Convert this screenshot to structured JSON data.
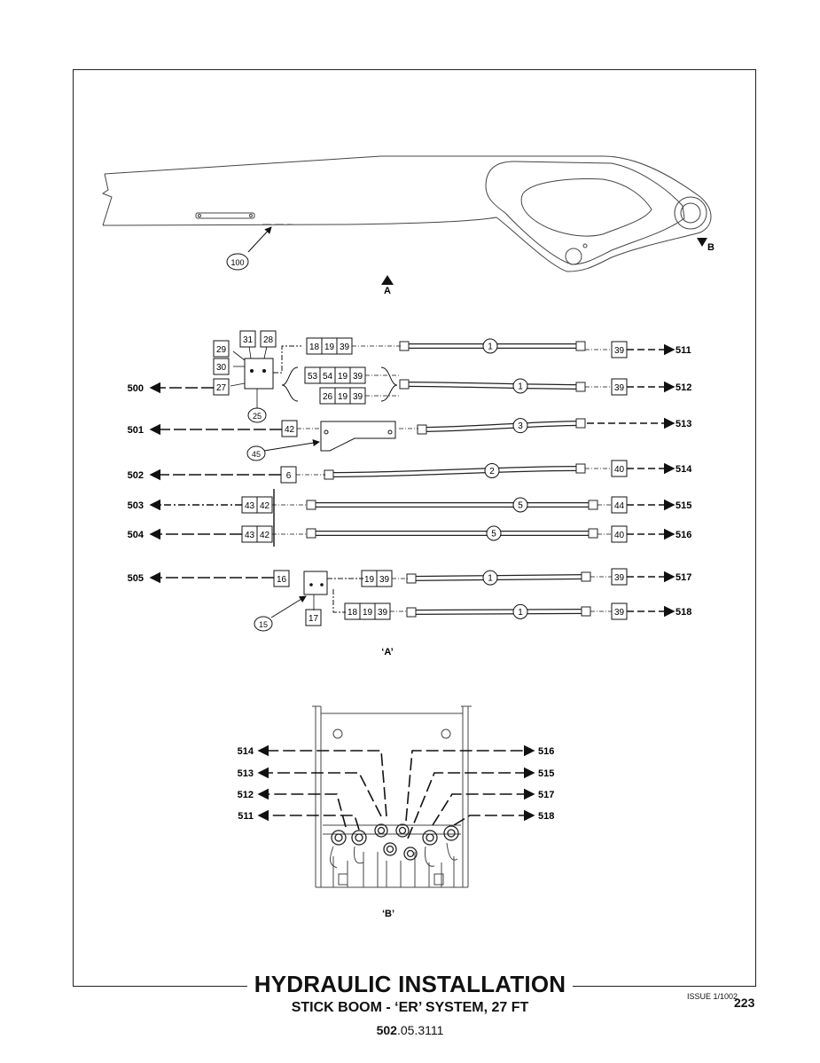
{
  "footer": {
    "title": "HYDRAULIC INSTALLATION",
    "subtitle": "STICK BOOM - ‘ER’ SYSTEM, 27 FT",
    "doc_bold": "502",
    "doc_rest": ".05.3111",
    "issue": "ISSUE 1/1002",
    "page": "223"
  },
  "view_a": {
    "arrow_label": "A",
    "caption": "‘A’"
  },
  "view_b": {
    "arrow_label": "B",
    "caption": "‘B’"
  },
  "callouts": {
    "boom_item": "100",
    "bracket_top": "25",
    "bracket_mid": "45",
    "bracket_bot": "15"
  },
  "boxes": {
    "b29": "29",
    "b31": "31",
    "b28": "28",
    "b30": "30",
    "b27": "27",
    "row511": [
      "18",
      "19",
      "39"
    ],
    "row512a": [
      "53",
      "54",
      "19",
      "39"
    ],
    "row512b": [
      "26",
      "19",
      "39"
    ],
    "b42": "42",
    "b6": "6",
    "row503": [
      "43",
      "42"
    ],
    "row504": [
      "43",
      "42"
    ],
    "b16": "16",
    "b17": "17",
    "row517": [
      "19",
      "39"
    ],
    "row518": [
      "18",
      "19",
      "39"
    ],
    "r511": "39",
    "r512": "39",
    "r514": "40",
    "r515": "44",
    "r516": "40",
    "r517": "39",
    "r518": "39"
  },
  "hoses": {
    "h511": "1",
    "h512": "1",
    "h513": "3",
    "h514": "2",
    "h515": "5",
    "h516": "5",
    "h517": "1",
    "h518": "1"
  },
  "ports": {
    "left": [
      "500",
      "501",
      "502",
      "503",
      "504",
      "505"
    ],
    "right": [
      "511",
      "512",
      "513",
      "514",
      "515",
      "516",
      "517",
      "518"
    ],
    "b_left": [
      "514",
      "513",
      "512",
      "511"
    ],
    "b_right": [
      "516",
      "515",
      "517",
      "518"
    ]
  }
}
